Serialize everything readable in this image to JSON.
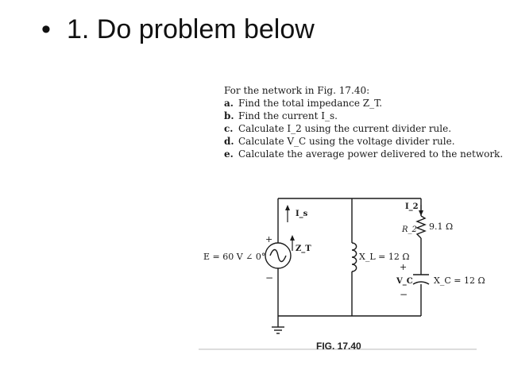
{
  "slide": {
    "bullet": "•",
    "heading": "1. Do problem below"
  },
  "problem": {
    "intro": "For the network in Fig. 17.40:",
    "items": [
      {
        "label": "a.",
        "text": "Find the total impedance Z_T."
      },
      {
        "label": "b.",
        "text": "Find the current I_s."
      },
      {
        "label": "c.",
        "text": "Calculate I_2 using the current divider rule."
      },
      {
        "label": "d.",
        "text": "Calculate V_C using the voltage divider rule."
      },
      {
        "label": "e.",
        "text": "Calculate the average power delivered to the network."
      }
    ]
  },
  "figure": {
    "caption": "FIG. 17.40",
    "source_label": "E = 60 V ∠ 0°",
    "source_plus": "+",
    "source_minus": "−",
    "current_is": "I_s",
    "impedance_zt": "Z_T",
    "inductor_label": "X_L = 12 Ω",
    "resistor_name": "R_2",
    "resistor_value": "9.1 Ω",
    "current_i2": "I_2",
    "vc_label": "V_C",
    "vc_plus": "+",
    "vc_minus": "−",
    "capacitor_label": "X_C = 12 Ω"
  }
}
